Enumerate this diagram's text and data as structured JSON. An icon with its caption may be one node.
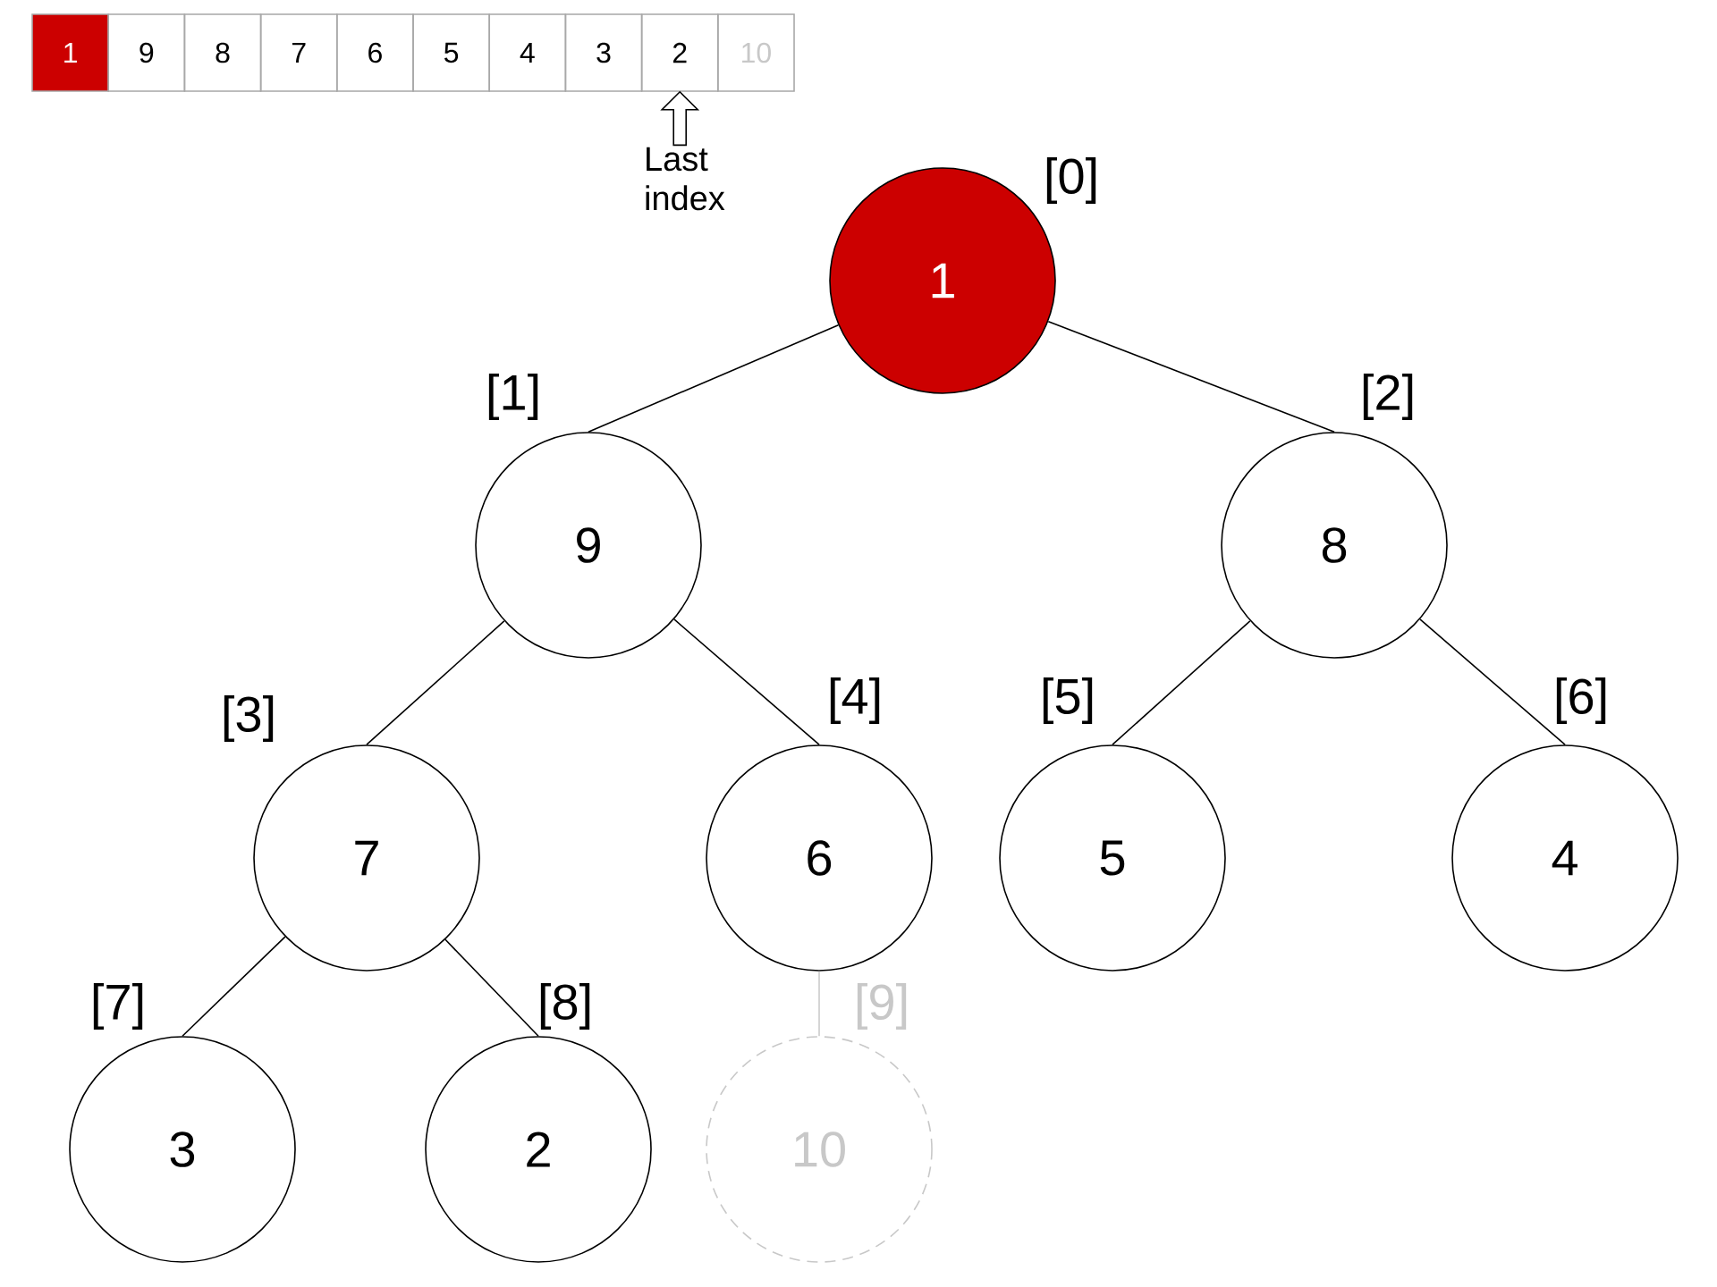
{
  "diagram": {
    "nodes": [
      {
        "text": [
          "1"
        ]
      },
      {
        "text": [
          "9"
        ]
      },
      {
        "text": [
          "8"
        ]
      },
      {
        "text": [
          "7"
        ]
      },
      {
        "text": [
          "6"
        ]
      },
      {
        "text": [
          "5"
        ]
      },
      {
        "text": [
          "4"
        ]
      },
      {
        "text": [
          "3"
        ]
      },
      {
        "text": [
          "2"
        ]
      },
      {
        "text": [
          "10"
        ]
      },
      {
        "text": [
          "Last index"
        ]
      },
      {
        "text": [
          "1"
        ],
        "beside": [
          "[0]"
        ]
      },
      {
        "text": [
          "9"
        ],
        "beside": [
          "[1]"
        ]
      },
      {
        "text": [
          "8"
        ],
        "beside": [
          "[2]"
        ]
      },
      {
        "text": [
          "7"
        ],
        "beside": [
          "[3]"
        ]
      },
      {
        "text": [
          "6"
        ],
        "beside": [
          "[4]"
        ]
      },
      {
        "text": [
          "5"
        ],
        "beside": [
          "[5]"
        ]
      },
      {
        "text": [
          "4"
        ],
        "beside": [
          "[6]"
        ]
      },
      {
        "text": [
          "3"
        ],
        "beside": [
          "[7]"
        ]
      },
      {
        "text": [
          "2"
        ],
        "beside": [
          "[8]"
        ]
      },
      {
        "text": [
          "10"
        ],
        "beside": [
          "[9]"
        ]
      }
    ],
    "edges": [
      {
        "from": 10,
        "to": 8,
        "arrow": "to"
      },
      {
        "from": 11,
        "to": 12,
        "arrow": "none"
      },
      {
        "from": 11,
        "to": 13,
        "arrow": "none"
      },
      {
        "from": 12,
        "to": 14,
        "arrow": "none"
      },
      {
        "from": 12,
        "to": 15,
        "arrow": "none"
      },
      {
        "from": 13,
        "to": 16,
        "arrow": "none"
      },
      {
        "from": 13,
        "to": 17,
        "arrow": "none"
      },
      {
        "from": 14,
        "to": 18,
        "arrow": "none"
      },
      {
        "from": 14,
        "to": 19,
        "arrow": "none"
      },
      {
        "from": 15,
        "to": 20,
        "arrow": "none",
        "color": "#cccccc"
      }
    ]
  }
}
